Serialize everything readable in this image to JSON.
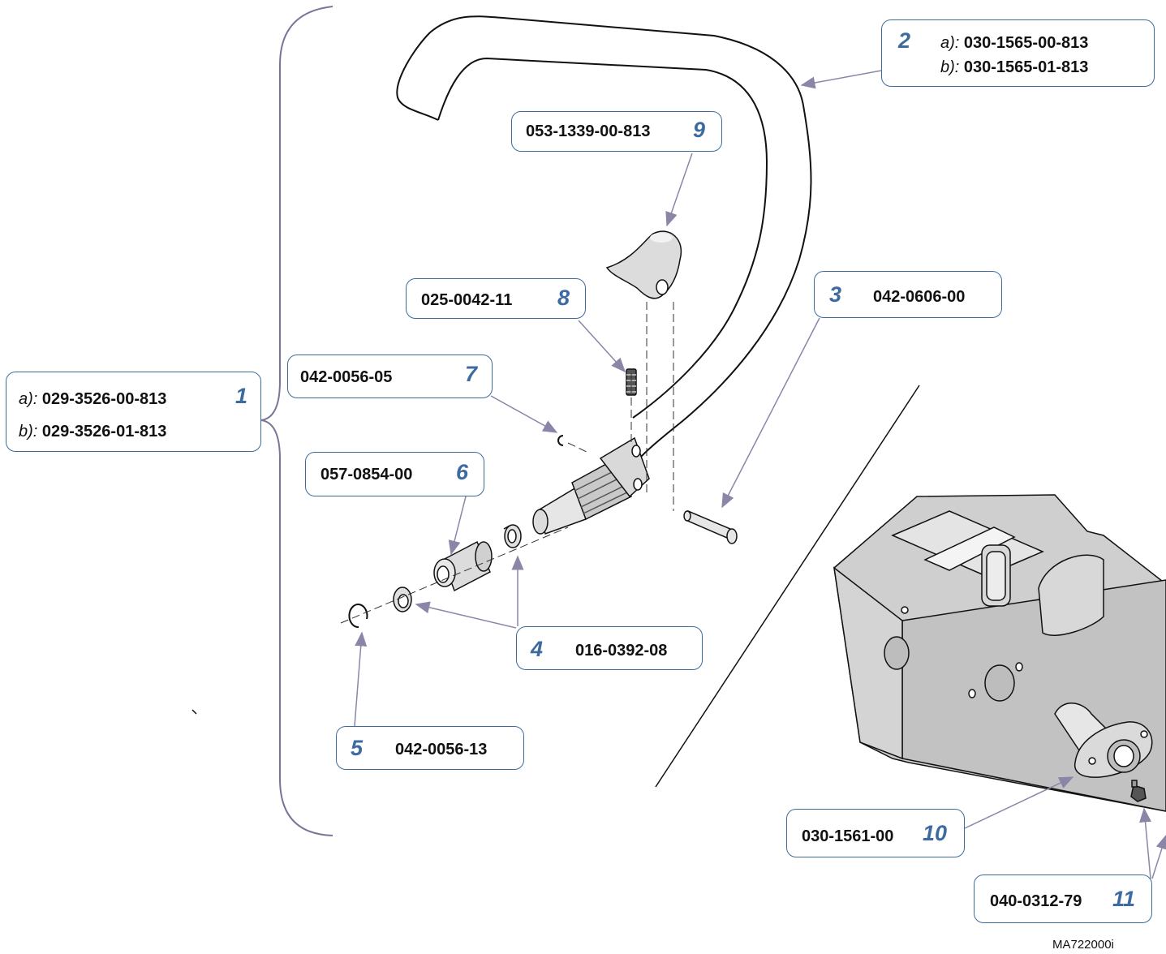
{
  "callouts": {
    "c1": {
      "num": "1",
      "a_label": "a):",
      "a_pn": "029-3526-00-813",
      "b_label": "b):",
      "b_pn": "029-3526-01-813"
    },
    "c2": {
      "num": "2",
      "a_label": "a):",
      "a_pn": "030-1565-00-813",
      "b_label": "b):",
      "b_pn": "030-1565-01-813"
    },
    "c3": {
      "num": "3",
      "pn": "042-0606-00"
    },
    "c4": {
      "num": "4",
      "pn": "016-0392-08"
    },
    "c5": {
      "num": "5",
      "pn": "042-0056-13"
    },
    "c6": {
      "num": "6",
      "pn": "057-0854-00"
    },
    "c7": {
      "num": "7",
      "pn": "042-0056-05"
    },
    "c8": {
      "num": "8",
      "pn": "025-0042-11"
    },
    "c9": {
      "num": "9",
      "pn": "053-1339-00-813"
    },
    "c10": {
      "num": "10",
      "pn": "030-1561-00"
    },
    "c11": {
      "num": "11",
      "pn": "040-0312-79"
    }
  },
  "drawing_id": "MA722000i",
  "colors": {
    "callout_border": "#3f6b9c",
    "callout_number": "#3d6aa0",
    "leader": "#8a86a8",
    "part_fill": "#d9d9d9",
    "housing_fill": "#c8c8c8"
  }
}
